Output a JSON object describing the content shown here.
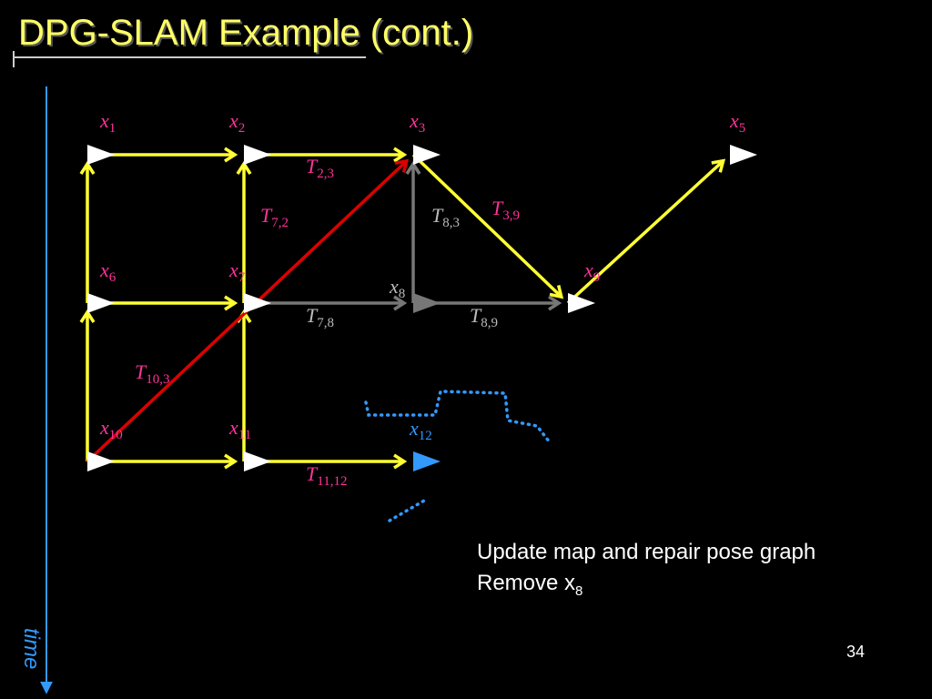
{
  "slide": {
    "title": "DPG-SLAM Example (cont.)",
    "time_label": "time",
    "note_line1": "Update map and repair pose graph",
    "note_line2_prefix": "Remove x",
    "note_line2_sub": "8",
    "page_number": "34"
  },
  "colors": {
    "background": "#000000",
    "title": "#FFFF66",
    "edge_yellow": "#FFFF33",
    "edge_red": "#DD0000",
    "edge_gray": "#777777",
    "node_white": "#FFFFFF",
    "node_gray": "#777777",
    "node_blue": "#3399FF",
    "label_pink": "#FF3399",
    "label_gray": "#BBBBBB",
    "label_blue": "#3399FF",
    "dotted_blue": "#3399FF"
  },
  "nodes": [
    {
      "id": "x1",
      "label": "x",
      "sub": "1",
      "color": "white"
    },
    {
      "id": "x2",
      "label": "x",
      "sub": "2",
      "color": "white"
    },
    {
      "id": "x3",
      "label": "x",
      "sub": "3",
      "color": "white"
    },
    {
      "id": "x5",
      "label": "x",
      "sub": "5",
      "color": "white"
    },
    {
      "id": "x6",
      "label": "x",
      "sub": "6",
      "color": "white"
    },
    {
      "id": "x7",
      "label": "x",
      "sub": "7",
      "color": "white"
    },
    {
      "id": "x8",
      "label": "x",
      "sub": "8",
      "color": "gray"
    },
    {
      "id": "x9",
      "label": "x",
      "sub": "9",
      "color": "white"
    },
    {
      "id": "x10",
      "label": "x",
      "sub": "10",
      "color": "white"
    },
    {
      "id": "x11",
      "label": "x",
      "sub": "11",
      "color": "white"
    },
    {
      "id": "x12",
      "label": "x",
      "sub": "12",
      "color": "blue"
    }
  ],
  "edges": [
    {
      "from": "x1",
      "to": "x2",
      "color": "yellow"
    },
    {
      "from": "x2",
      "to": "x3",
      "color": "yellow"
    },
    {
      "from": "x6",
      "to": "x7",
      "color": "yellow"
    },
    {
      "from": "x10",
      "to": "x11",
      "color": "yellow"
    },
    {
      "from": "x6",
      "to": "x1",
      "color": "yellow"
    },
    {
      "from": "x10",
      "to": "x6",
      "color": "yellow"
    },
    {
      "from": "x7",
      "to": "x2",
      "color": "yellow"
    },
    {
      "from": "x11",
      "to": "x7",
      "color": "yellow"
    },
    {
      "from": "x3",
      "to": "x9",
      "color": "yellow"
    },
    {
      "from": "x9",
      "to": "x5",
      "color": "yellow"
    },
    {
      "from": "x11",
      "to": "x12",
      "color": "yellow"
    },
    {
      "from": "x10",
      "to": "x3",
      "color": "red"
    },
    {
      "from": "x7",
      "to": "x8",
      "color": "gray"
    },
    {
      "from": "x8",
      "to": "x9",
      "color": "gray"
    },
    {
      "from": "x8",
      "to": "x3",
      "color": "gray"
    }
  ],
  "edge_labels": [
    {
      "id": "T23",
      "label": "T",
      "sub": "2,3",
      "color": "pink"
    },
    {
      "id": "T72",
      "label": "T",
      "sub": "7,2",
      "color": "pink"
    },
    {
      "id": "T83",
      "label": "T",
      "sub": "8,3",
      "color": "gray"
    },
    {
      "id": "T39",
      "label": "T",
      "sub": "3,9",
      "color": "pink"
    },
    {
      "id": "T78",
      "label": "T",
      "sub": "7,8",
      "color": "gray"
    },
    {
      "id": "T89",
      "label": "T",
      "sub": "8,9",
      "color": "gray"
    },
    {
      "id": "T103",
      "label": "T",
      "sub": "10,3",
      "color": "pink"
    },
    {
      "id": "T1112",
      "label": "T",
      "sub": "11,12",
      "color": "pink"
    }
  ]
}
